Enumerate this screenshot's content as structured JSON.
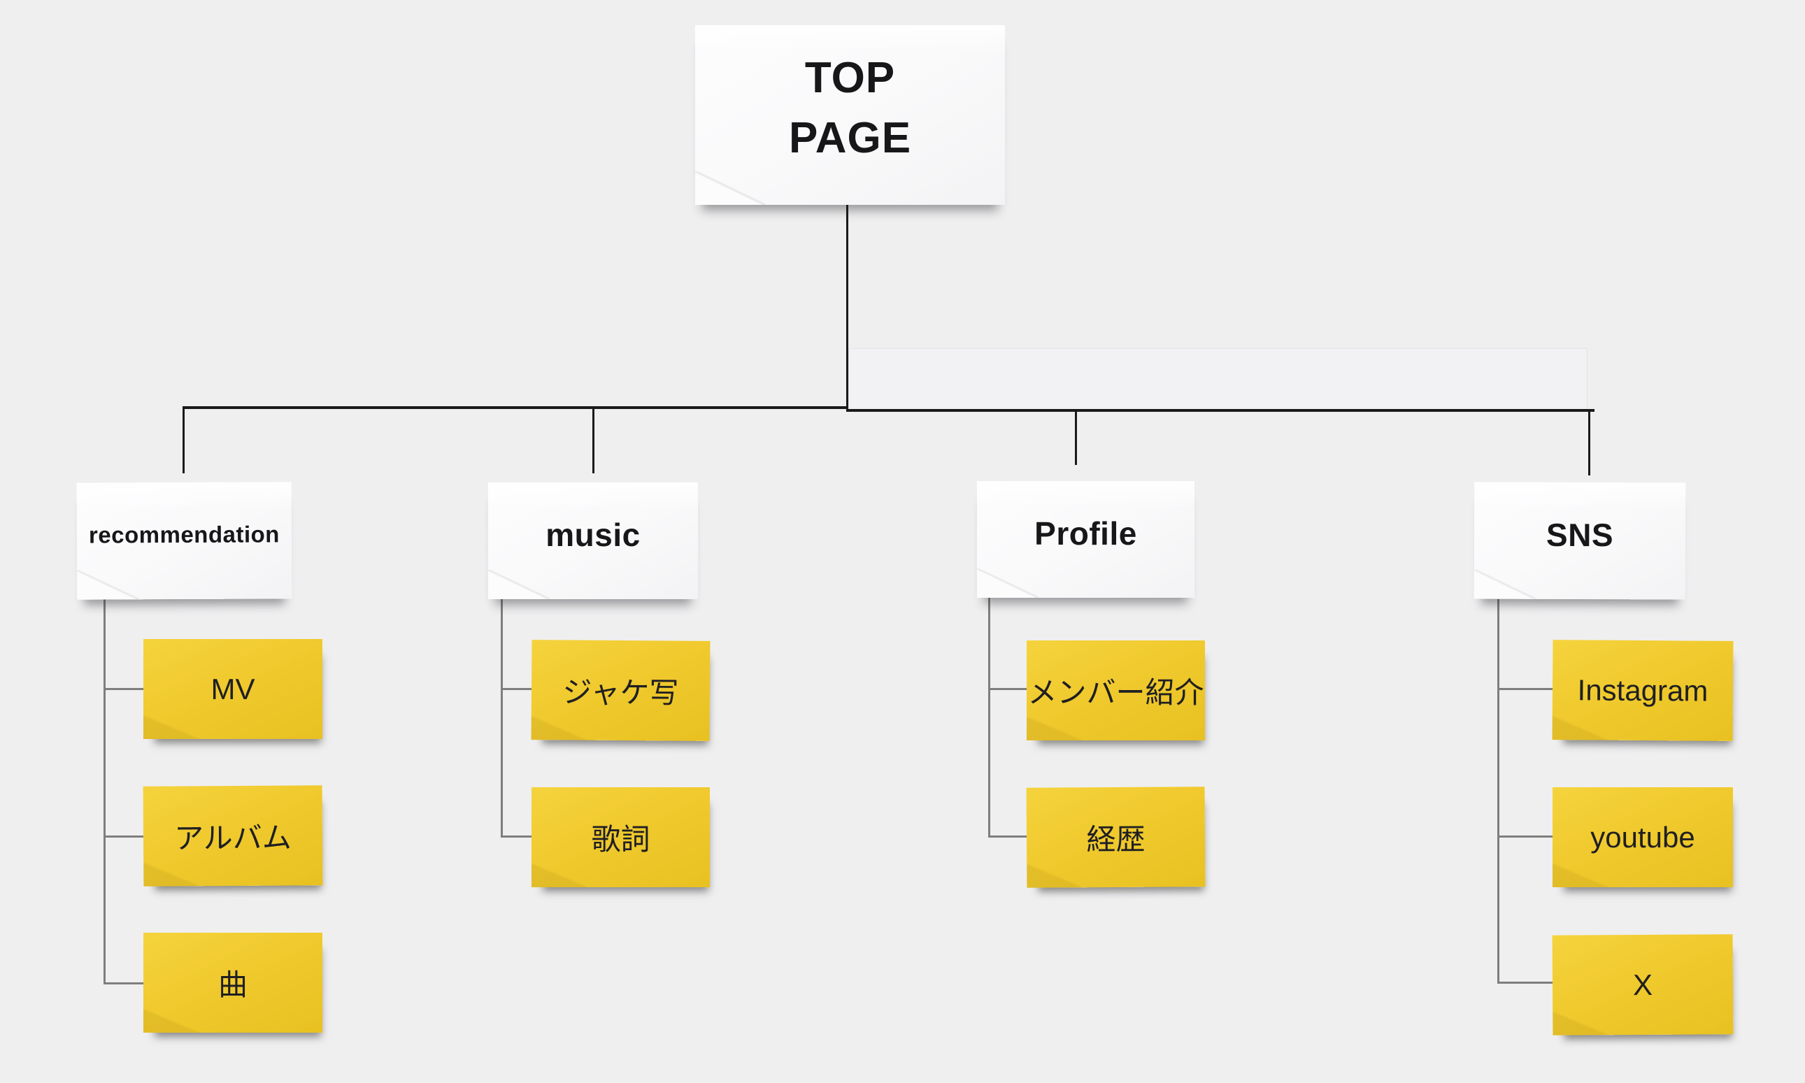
{
  "diagram": {
    "type": "sitemap-tree",
    "root": {
      "label": "TOP PAGE",
      "lines": [
        "TOP",
        "PAGE"
      ]
    },
    "branches": [
      {
        "label": "recommendation",
        "children": [
          "MV",
          "アルバム",
          "曲"
        ]
      },
      {
        "label": "music",
        "children": [
          "ジャケ写",
          "歌詞"
        ]
      },
      {
        "label": "Profile",
        "children": [
          "メンバー紹介",
          "経歴"
        ]
      },
      {
        "label": "SNS",
        "children": [
          "Instagram",
          "youtube",
          "X"
        ]
      }
    ]
  },
  "colors": {
    "background": "#efeff0",
    "card_white": "#f9f9fa",
    "note_yellow": "#f0ca2e",
    "connector_dark": "#1a1a1a",
    "connector_gray": "#7e7e7e",
    "text_dark": "#1f1f22"
  }
}
